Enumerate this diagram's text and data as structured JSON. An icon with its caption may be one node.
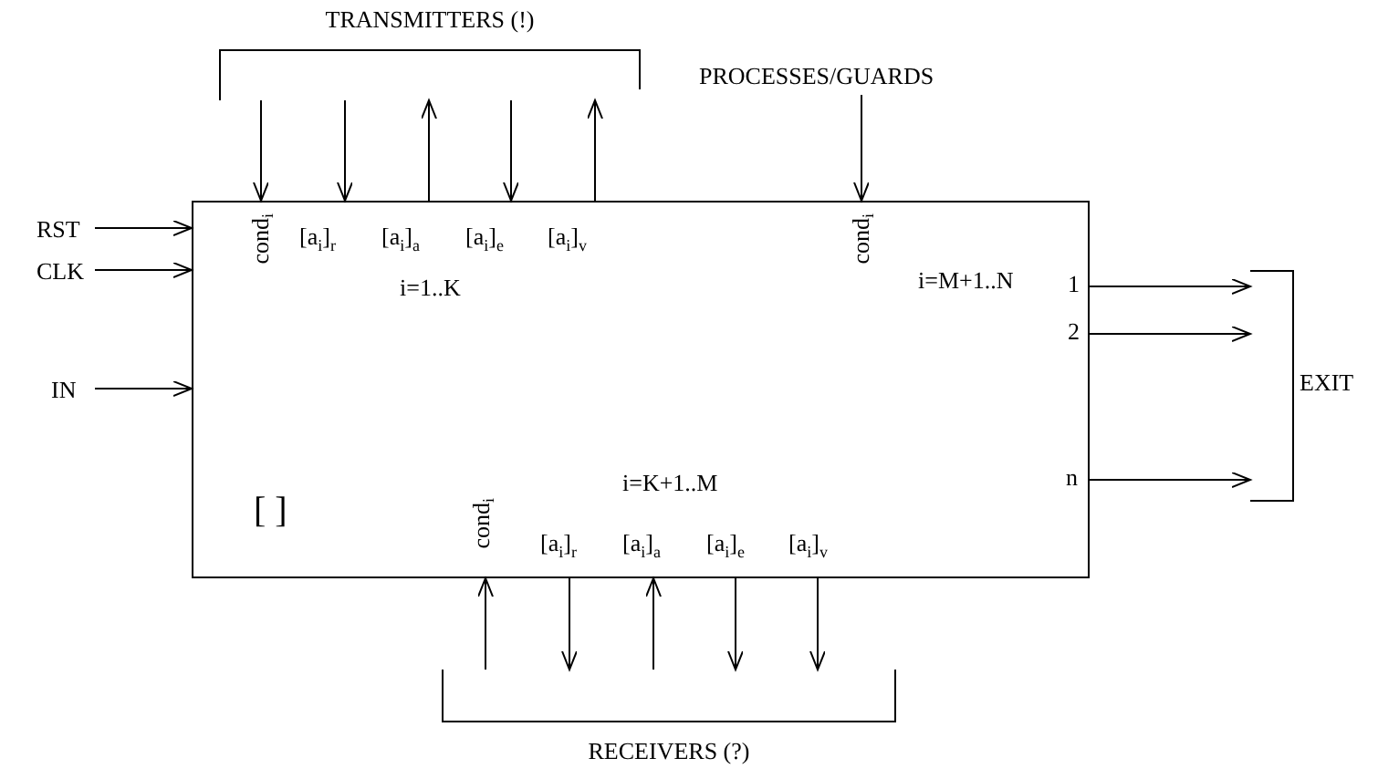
{
  "diagram": {
    "nodes": [
      {
        "text": [
          "TRANSMITTERS (!)"
        ]
      },
      {
        "text": [
          "PROCESSES/GUARDS"
        ]
      },
      {
        "text": [
          "RST"
        ]
      },
      {
        "text": [
          "CLK"
        ]
      },
      {
        "text": [
          "IN"
        ]
      },
      {
        "text": [
          "cond$_{i}$",
          "[a$_{i}$]$_{r}$",
          "[a$_{i}$]$_{a}$",
          "[a$_{i}$]$_{e}$",
          "[a$_{i}$]$_{v}$",
          "cond$_{i}$",
          "i=M+1..N",
          "1",
          "i=1..K",
          "2",
          "i=K+1..M",
          "n",
          "[ ]",
          "cond$_{i}$",
          "[a$_{i}$]$_{r}$",
          "[a$_{i}$]$_{a}$",
          "[a$_{i}$]$_{e}$",
          "[a$_{i}$]$_{v}$"
        ]
      },
      {
        "text": [
          "EXIT"
        ]
      },
      {
        "text": [
          "RECEIVERS (?)"
        ]
      }
    ],
    "edges": [
      {
        "from": 0,
        "to": 5,
        "arrow": "to"
      },
      {
        "from": 0,
        "to": 5,
        "arrow": "to"
      },
      {
        "from": 5,
        "to": 0,
        "arrow": "to"
      },
      {
        "from": 0,
        "to": 5,
        "arrow": "to"
      },
      {
        "from": 5,
        "to": 0,
        "arrow": "to"
      },
      {
        "from": 1,
        "to": 5,
        "arrow": "to"
      },
      {
        "from": 2,
        "to": 5,
        "arrow": "to"
      },
      {
        "from": 3,
        "to": 5,
        "arrow": "to"
      },
      {
        "from": 4,
        "to": 5,
        "arrow": "to"
      },
      {
        "from": 5,
        "to": 6,
        "arrow": "to"
      },
      {
        "from": 5,
        "to": 6,
        "arrow": "to"
      },
      {
        "from": 5,
        "to": 6,
        "arrow": "to"
      },
      {
        "from": 7,
        "to": 5,
        "arrow": "to"
      },
      {
        "from": 5,
        "to": 7,
        "arrow": "to"
      },
      {
        "from": 7,
        "to": 5,
        "arrow": "to"
      },
      {
        "from": 5,
        "to": 7,
        "arrow": "to"
      },
      {
        "from": 5,
        "to": 7,
        "arrow": "to"
      }
    ]
  }
}
